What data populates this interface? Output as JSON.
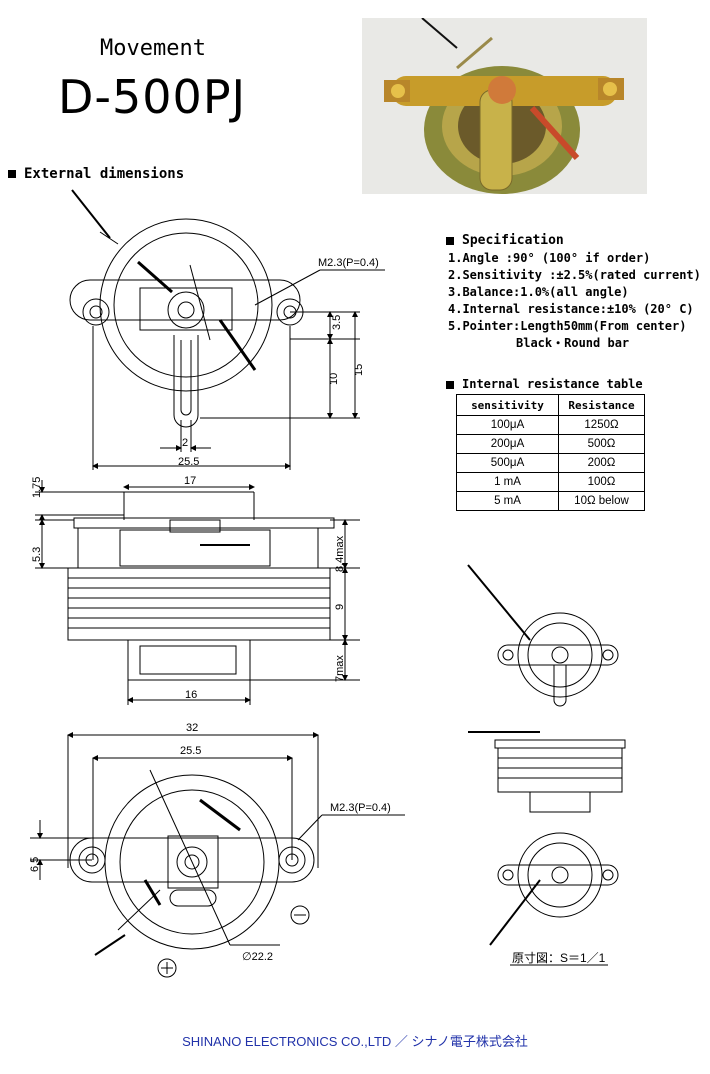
{
  "header": {
    "subtitle": "Movement",
    "model": "D-500PJ"
  },
  "sections": {
    "external_dimensions": "External dimensions",
    "specification": "Specification",
    "resistance_table": "Internal resistance table"
  },
  "specification": {
    "items": [
      "1.Angle :90° (100° if order)",
      "2.Sensitivity :±2.5%(rated current)",
      "3.Balance:1.0%(all angle)",
      "4.Internal resistance:±10% (20° C)",
      "5.Pointer:Length50mm(From center)",
      "Black・Round bar"
    ]
  },
  "resistance_table": {
    "headers": [
      "sensitivity",
      "Resistance"
    ],
    "rows": [
      [
        "100μA",
        "1250Ω"
      ],
      [
        "200μA",
        "500Ω"
      ],
      [
        "500μA",
        "200Ω"
      ],
      [
        "1 mA",
        "100Ω"
      ],
      [
        "5 mA",
        "10Ω below"
      ]
    ]
  },
  "dimensions": {
    "thread_top": "M2.3(P=0.4)",
    "thread_bottom": "M2.3(P=0.4)",
    "d_3_5": "3.5",
    "d_10": "10",
    "d_15": "15",
    "d_2": "2",
    "d_25_5_top": "25.5",
    "d_1_75": "1.75",
    "d_17": "17",
    "d_5_3": "5.3",
    "d_8_4max": "8.4max",
    "d_9": "9",
    "d_7max": "7max",
    "d_16": "16",
    "d_32": "32",
    "d_25_5_bottom": "25.5",
    "d_6_5": "6.5",
    "d_22_2": "∅22.2"
  },
  "scale_note": "原寸図：S＝1／1",
  "footer": "SHINANO ELECTRONICS CO.,LTD ／ シナノ電子株式会社"
}
